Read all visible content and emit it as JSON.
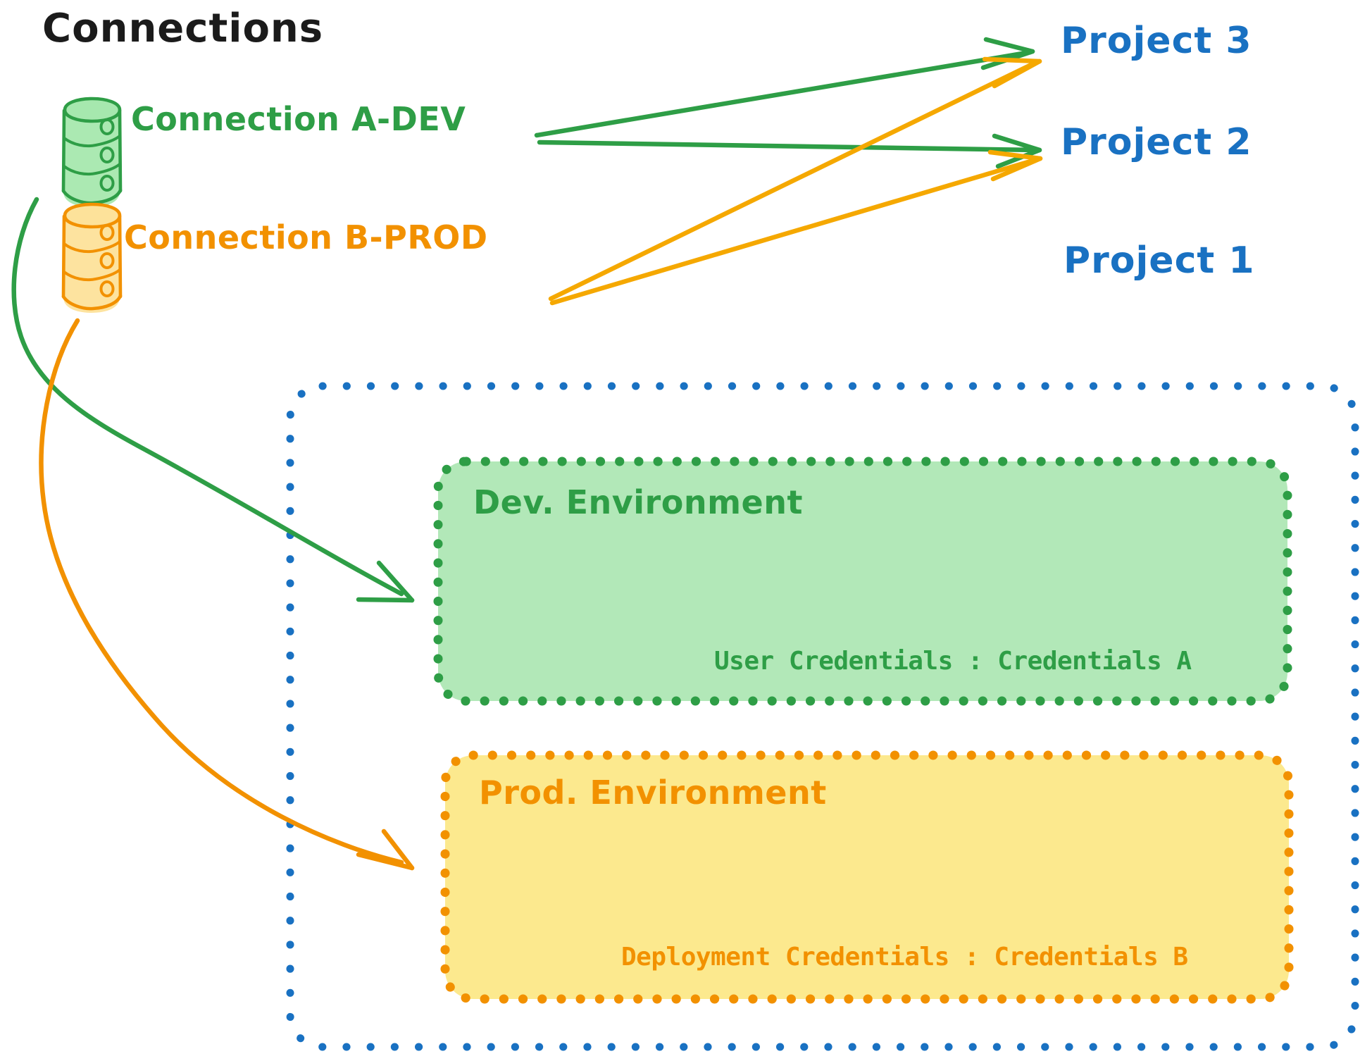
{
  "diagram": {
    "title": "Connections",
    "type": "connections-to-project-environments",
    "colors": {
      "title_text": "#1b1b1b",
      "green_stroke": "#2e9e46",
      "green_fill": "#b2e8b8",
      "orange_stroke": "#f29100",
      "orange_fill": "#fce98e",
      "blue_stroke": "#1971c2",
      "background": "#ffffff"
    }
  },
  "connections": [
    {
      "id": "connection-a-dev",
      "label": "Connection A-DEV",
      "color": "#2e9e46",
      "icon": "database-cylinder-icon"
    },
    {
      "id": "connection-b-prod",
      "label": "Connection B-PROD",
      "color": "#f29100",
      "icon": "database-cylinder-icon"
    }
  ],
  "projects": [
    {
      "id": "project-3",
      "label": "Project 3",
      "color": "#1971c2"
    },
    {
      "id": "project-2",
      "label": "Project 2",
      "color": "#1971c2"
    },
    {
      "id": "project-1",
      "label": "Project 1",
      "color": "#1971c2"
    }
  ],
  "project_1_container": {
    "label": "Project 1",
    "border_style": "dotted",
    "border_color": "#1971c2",
    "environments": [
      {
        "id": "dev-environment",
        "title": "Dev. Environment",
        "border_color": "#2e9e46",
        "fill_color": "#b2e8b8",
        "credential_key": "User Credentials",
        "credential_separator": ":",
        "credential_value": "Credentials A",
        "credential_line": "User Credentials : Credentials A"
      },
      {
        "id": "prod-environment",
        "title": "Prod. Environment",
        "border_color": "#f29100",
        "fill_color": "#fce98e",
        "credential_key": "Deployment Credentials",
        "credential_separator": ":",
        "credential_value": "Credentials B",
        "credential_line": "Deployment Credentials : Credentials B"
      }
    ]
  },
  "edges": [
    {
      "id": "edge-a-dev-to-project-3",
      "from": "connection-a-dev",
      "to": "project-3",
      "color": "#2e9e46",
      "style": "straight-arrow"
    },
    {
      "id": "edge-a-dev-to-project-2",
      "from": "connection-a-dev",
      "to": "project-2",
      "color": "#2e9e46",
      "style": "straight-arrow"
    },
    {
      "id": "edge-b-prod-to-project-3",
      "from": "connection-b-prod",
      "to": "project-3",
      "color": "#f5a800",
      "style": "straight-arrow"
    },
    {
      "id": "edge-b-prod-to-project-2",
      "from": "connection-b-prod",
      "to": "project-2",
      "color": "#f5a800",
      "style": "straight-arrow"
    },
    {
      "id": "edge-a-dev-to-dev-environment",
      "from": "connection-a-dev",
      "to": "dev-environment",
      "color": "#2e9e46",
      "style": "curved-arrow"
    },
    {
      "id": "edge-b-prod-to-prod-environment",
      "from": "connection-b-prod",
      "to": "prod-environment",
      "color": "#f29100",
      "style": "curved-arrow"
    }
  ]
}
